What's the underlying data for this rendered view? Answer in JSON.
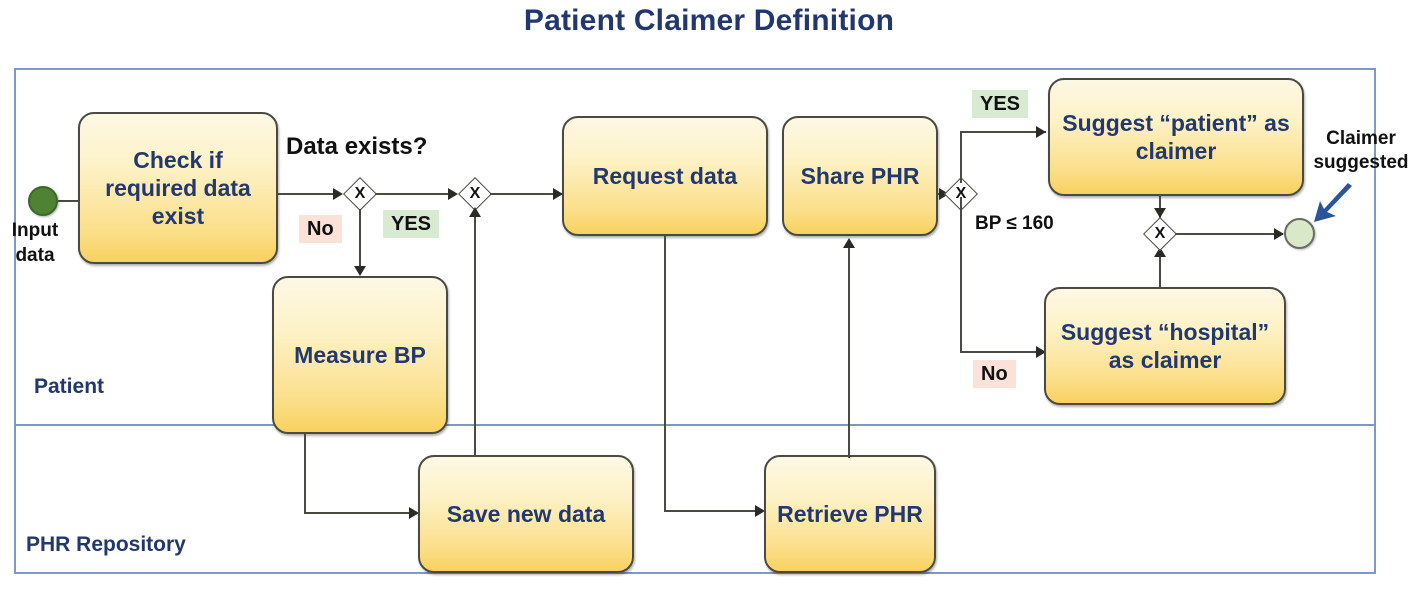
{
  "title": "Patient Claimer Definition",
  "pool": {
    "lanes": [
      {
        "id": "lane-patient",
        "label": "Patient"
      },
      {
        "id": "lane-phr",
        "label": "PHR Repository"
      }
    ]
  },
  "events": {
    "start": {
      "name": "start-event",
      "annotation": "Input\ndata",
      "annotation_line1": "Input",
      "annotation_line2": "data",
      "color": "#4e8234"
    },
    "end": {
      "name": "end-event",
      "annotation_line1": "Claimer",
      "annotation_line2": "suggested",
      "color": "#d8e8c8"
    }
  },
  "tasks": [
    {
      "id": "task-check-data",
      "label": "Check if required data exist",
      "lane": "Patient"
    },
    {
      "id": "task-measure-bp",
      "label": "Measure BP",
      "lane": "Patient"
    },
    {
      "id": "task-request-data",
      "label": "Request data",
      "lane": "Patient"
    },
    {
      "id": "task-share-phr",
      "label": "Share PHR",
      "lane": "Patient"
    },
    {
      "id": "task-suggest-patient",
      "label": "Suggest “patient” as claimer",
      "lane": "Patient"
    },
    {
      "id": "task-suggest-hospital",
      "label": "Suggest “hospital” as claimer",
      "lane": "Patient"
    },
    {
      "id": "task-save-new-data",
      "label": "Save new data",
      "lane": "PHR Repository"
    },
    {
      "id": "task-retrieve-phr",
      "label": "Retrieve PHR",
      "lane": "PHR Repository"
    }
  ],
  "gateways": [
    {
      "id": "gateway-data-exists",
      "symbol": "X",
      "question": "Data exists?"
    },
    {
      "id": "gateway-merge-data",
      "symbol": "X"
    },
    {
      "id": "gateway-bp-check",
      "symbol": "X",
      "condition": "BP ≤ 160"
    },
    {
      "id": "gateway-merge-claimer",
      "symbol": "X"
    }
  ],
  "flow_labels": {
    "data_exists_question": "Data exists?",
    "data_exists_no": "No",
    "data_exists_yes": "YES",
    "bp_condition": "BP ≤ 160",
    "bp_yes": "YES",
    "bp_no": "No"
  },
  "colors": {
    "title": "#21376e",
    "task_text": "#22386f",
    "task_fill_top": "#fdf8e4",
    "task_fill_bottom": "#f8d25f",
    "task_border": "#4a4a42",
    "pool_border": "#8298c4",
    "yes_chip": "#d9ead3",
    "no_chip": "#fbe2d8",
    "start_event": "#4e8234",
    "end_event": "#d8e8c8",
    "connector": "#4a4a42",
    "pointer_arrow": "#2a5699"
  }
}
